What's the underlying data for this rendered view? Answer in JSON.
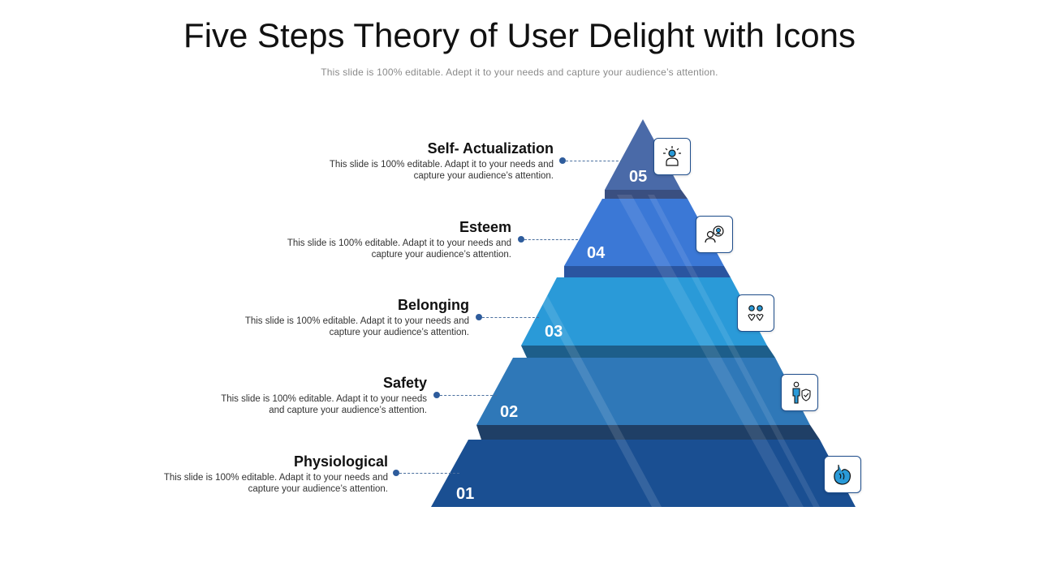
{
  "title": "Five Steps Theory of User Delight with Icons",
  "subtitle": "This slide is 100% editable. Adept it to your needs and capture your audience’s attention.",
  "steps": [
    {
      "number": "05",
      "heading": "Self- Actualization",
      "desc_line1": "This slide is 100% editable. Adapt it to your needs and",
      "desc_line2": "capture your audience’s attention.",
      "icon": "person-ideas-icon",
      "color": "#4a6aa8",
      "shade": "#3a4f80"
    },
    {
      "number": "04",
      "heading": "Esteem",
      "desc_line1": "This slide is 100% editable. Adapt it to your needs and",
      "desc_line2": "capture your audience’s attention.",
      "icon": "user-badge-icon",
      "color": "#3b78d6",
      "shade": "#2a55a0"
    },
    {
      "number": "03",
      "heading": "Belonging",
      "desc_line1": "This slide is 100% editable. Adapt it to your needs and",
      "desc_line2": "capture your audience’s attention.",
      "icon": "people-hearts-icon",
      "color": "#2a9ad8",
      "shade": "#1d5e8a"
    },
    {
      "number": "02",
      "heading": "Safety",
      "desc_line1": "This slide is 100% editable. Adapt it to your needs",
      "desc_line2": "and capture your audience’s attention.",
      "icon": "person-shield-icon",
      "color": "#2f78b8",
      "shade": "#1f3f66"
    },
    {
      "number": "01",
      "heading": "Physiological",
      "desc_line1": "This slide is 100% editable. Adapt it to your needs and",
      "desc_line2": "capture your audience’s attention.",
      "icon": "stomach-icon",
      "color": "#1a4f92",
      "shade": "#163b6c"
    }
  ]
}
